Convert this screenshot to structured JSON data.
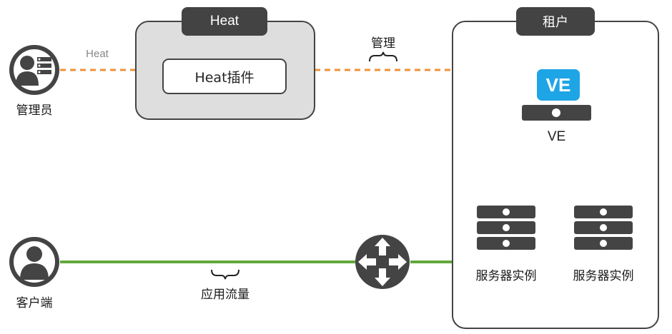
{
  "actors": {
    "admin": {
      "label": "管理员",
      "icon": "admin-user-icon"
    },
    "client": {
      "label": "客户端",
      "icon": "client-user-icon"
    }
  },
  "heat_box": {
    "title": "Heat",
    "plugin_label": "Heat插件"
  },
  "tenant_box": {
    "title": "租户",
    "ve": {
      "badge": "VE",
      "label": "VE"
    },
    "servers": [
      {
        "label": "服务器实例",
        "icon": "server-stack-icon"
      },
      {
        "label": "服务器实例",
        "icon": "server-stack-icon"
      }
    ]
  },
  "links": {
    "admin_heat_label": "Heat",
    "management_label": "管理",
    "traffic_label": "应用流量"
  },
  "colors": {
    "orange_dashed": "#f0913a",
    "green_line": "#62a83b",
    "dark_gray": "#434343",
    "heat_box_fill": "#dedede",
    "ve_blue": "#1ea5e5"
  }
}
